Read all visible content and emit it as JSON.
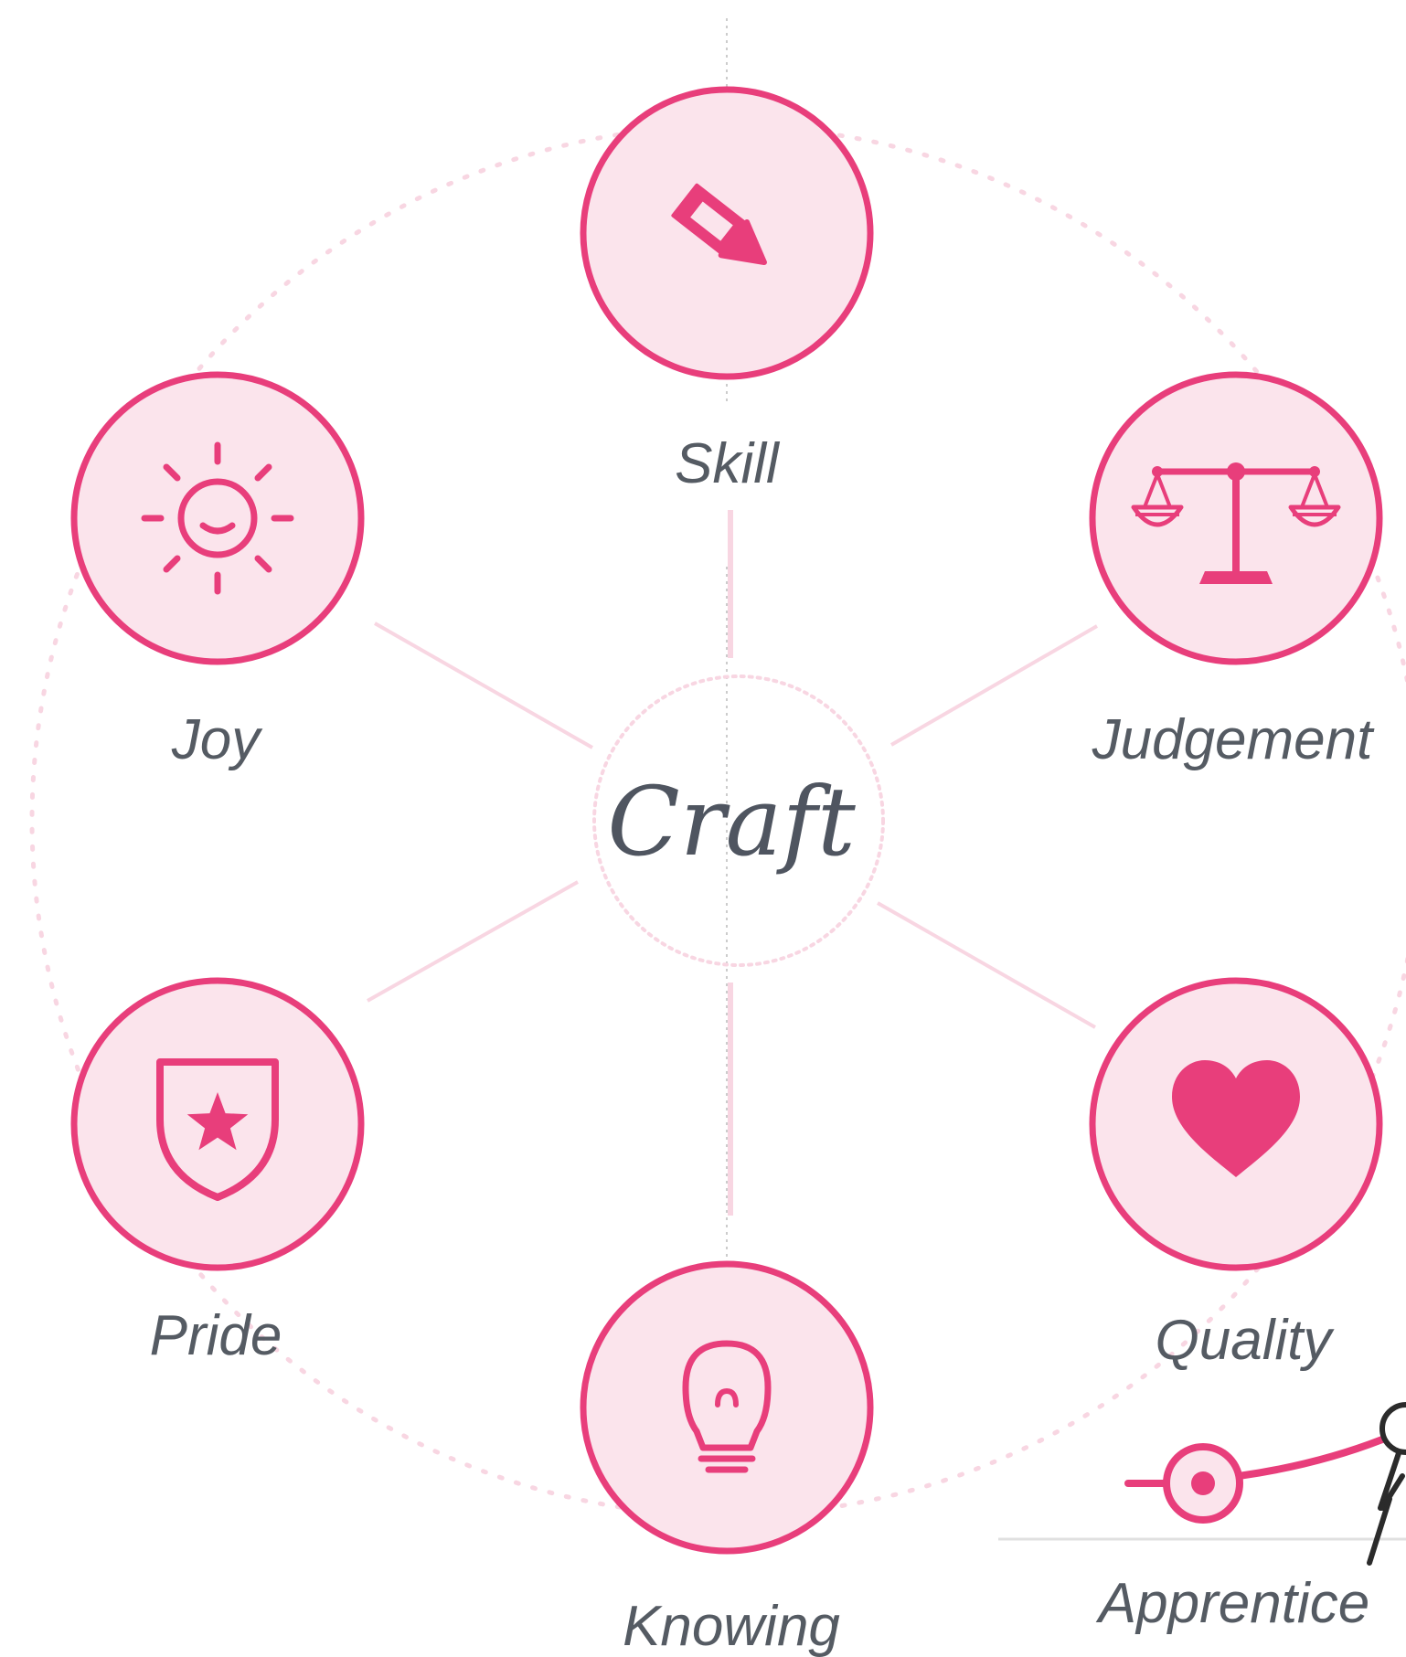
{
  "center": {
    "label": "Craft"
  },
  "nodes": [
    {
      "id": "skill",
      "label": "Skill",
      "icon": "pencil-icon"
    },
    {
      "id": "joy",
      "label": "Joy",
      "icon": "sun-icon"
    },
    {
      "id": "judgement",
      "label": "Judgement",
      "icon": "scales-icon"
    },
    {
      "id": "pride",
      "label": "Pride",
      "icon": "shield-star-icon"
    },
    {
      "id": "quality",
      "label": "Quality",
      "icon": "heart-icon"
    },
    {
      "id": "knowing",
      "label": "Knowing",
      "icon": "lightbulb-icon"
    }
  ],
  "timeline": {
    "label": "Apprentice",
    "icon": "stick-figure-icon"
  },
  "colors": {
    "accent": "#e83e7b",
    "fill": "#fbe4ec",
    "faint": "#f8d6e2",
    "text": "#555b63",
    "dark": "#2b2b2b",
    "gray": "#cccccc"
  }
}
